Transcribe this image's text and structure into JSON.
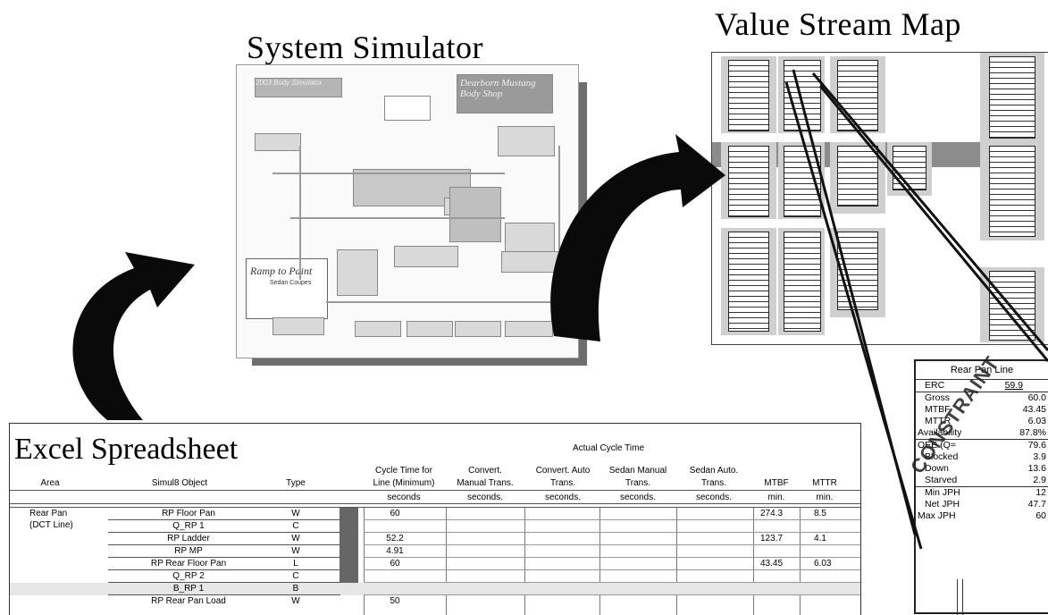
{
  "titles": {
    "system_simulator": "System Simulator",
    "value_stream_map": "Value Stream Map",
    "excel_spreadsheet": "Excel Spreadsheet"
  },
  "simulator": {
    "header_left": "2003 Body Simulator",
    "header_right": "Dearborn Mustang Body Shop",
    "side_label": "Ramp to Paint",
    "side_sub": "Sedan Coupes"
  },
  "detail_table": {
    "title": "Rear Pan Line",
    "stamp": "CONSTRAINT",
    "rows": [
      {
        "label": "ERC",
        "value": "59.9"
      },
      {
        "label": "Gross",
        "value": "60.0"
      },
      {
        "label": "MTBF",
        "value": "43.45"
      },
      {
        "label": "MTTR",
        "value": "6.03"
      },
      {
        "label": "Availability",
        "value": "87.8%"
      },
      {
        "label": "OEE (Q=",
        "value": "79.6"
      },
      {
        "label": "Blocked",
        "value": "3.9"
      },
      {
        "label": "Down",
        "value": "13.6"
      },
      {
        "label": "Starved",
        "value": "2.9"
      },
      {
        "label": "Min JPH",
        "value": "12"
      },
      {
        "label": "Net JPH",
        "value": "47.7"
      },
      {
        "label": "Max JPH",
        "value": "60"
      }
    ]
  },
  "spreadsheet": {
    "group_header": "Actual Cycle Time",
    "columns": {
      "area": "Area",
      "object": "Simul8 Object",
      "type": "Type",
      "ct1": "Cycle Time for",
      "ct2": "Line (Minimum)",
      "cm1": "Convert.",
      "cm2": "Manual Trans.",
      "ca1": "Convert. Auto",
      "ca2": "Trans.",
      "sm1": "Sedan Manual",
      "sm2": "Trans.",
      "sa1": "Sedan Auto.",
      "sa2": "Trans.",
      "mtbf": "MTBF",
      "mttr": "MTTR"
    },
    "units": {
      "seconds": "seconds",
      "seconds_dot": "seconds.",
      "min": "min.",
      "min2": "min."
    },
    "area_line1": "Rear Pan",
    "area_line2": "(DCT Line)",
    "rows": [
      {
        "object": "RP Floor Pan",
        "type": "W",
        "ct": "60",
        "mtbf": "274.3",
        "mttr": "8.5"
      },
      {
        "object": "Q_RP 1",
        "type": "C",
        "ct": "",
        "mtbf": "",
        "mttr": ""
      },
      {
        "object": "RP Ladder",
        "type": "W",
        "ct": "52.2",
        "mtbf": "123.7",
        "mttr": "4.1"
      },
      {
        "object": "RP MP",
        "type": "W",
        "ct": "4.91",
        "mtbf": "",
        "mttr": ""
      },
      {
        "object": "RP Rear Floor Pan",
        "type": "L",
        "ct": "60",
        "mtbf": "43.45",
        "mttr": "6.03"
      },
      {
        "object": "Q_RP 2",
        "type": "C",
        "ct": "",
        "mtbf": "",
        "mttr": ""
      },
      {
        "object": "B_RP 1",
        "type": "B",
        "ct": "",
        "mtbf": "",
        "mttr": ""
      },
      {
        "object": "RP Rear Pan Load",
        "type": "W",
        "ct": "50",
        "mtbf": "",
        "mttr": ""
      }
    ]
  }
}
